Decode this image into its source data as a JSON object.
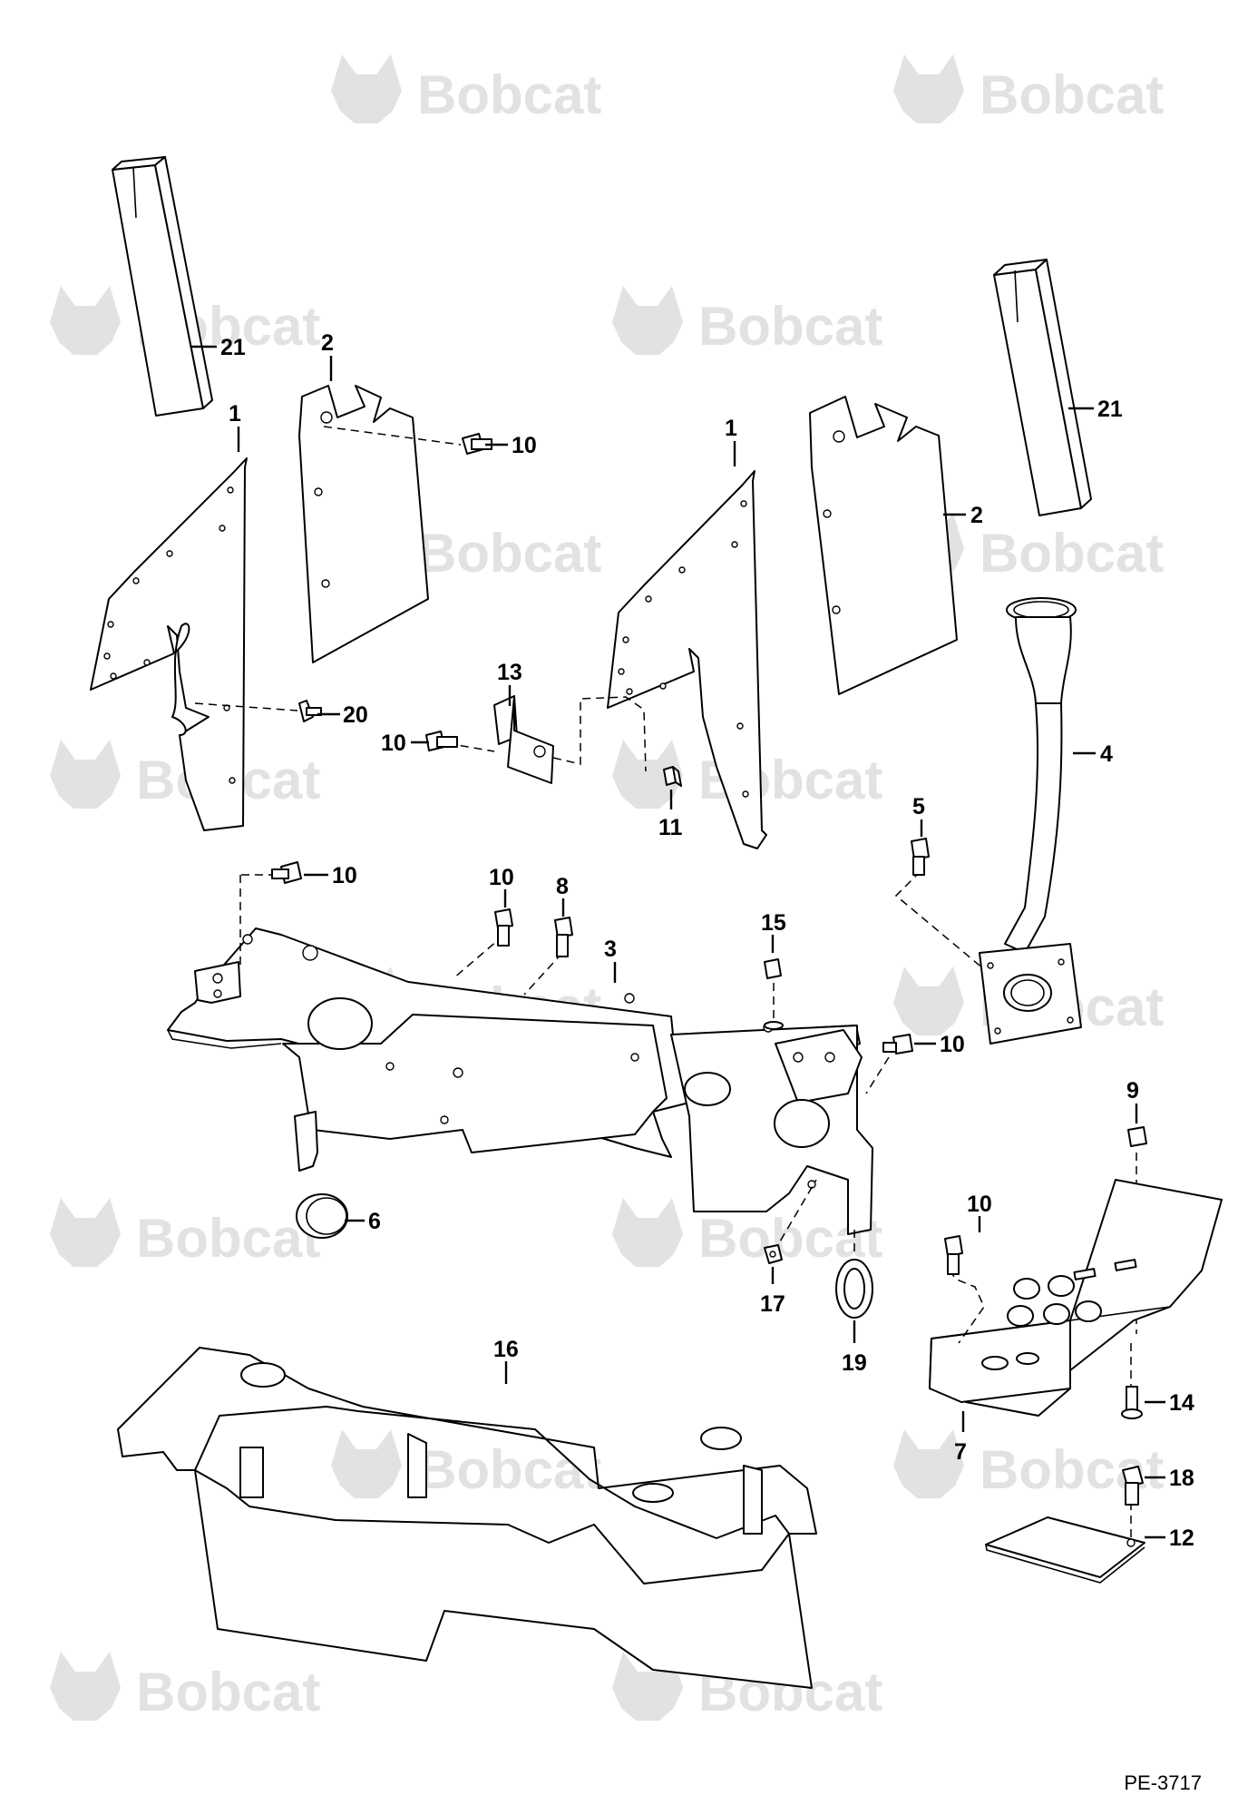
{
  "watermark": {
    "brand": "Bobcat",
    "color": "#e2e2e2"
  },
  "drawing_ref": "PE-3717",
  "callouts": {
    "c1a": "1",
    "c1b": "1",
    "c2a": "2",
    "c2b": "2",
    "c3": "3",
    "c4": "4",
    "c5": "5",
    "c6": "6",
    "c7": "7",
    "c8": "8",
    "c9": "9",
    "c10a": "10",
    "c10b": "10",
    "c10c": "10",
    "c10d": "10",
    "c10e": "10",
    "c10f": "10",
    "c11": "11",
    "c12": "12",
    "c13": "13",
    "c14": "14",
    "c15": "15",
    "c16": "16",
    "c17": "17",
    "c18": "18",
    "c19": "19",
    "c20": "20",
    "c21a": "21",
    "c21b": "21"
  }
}
